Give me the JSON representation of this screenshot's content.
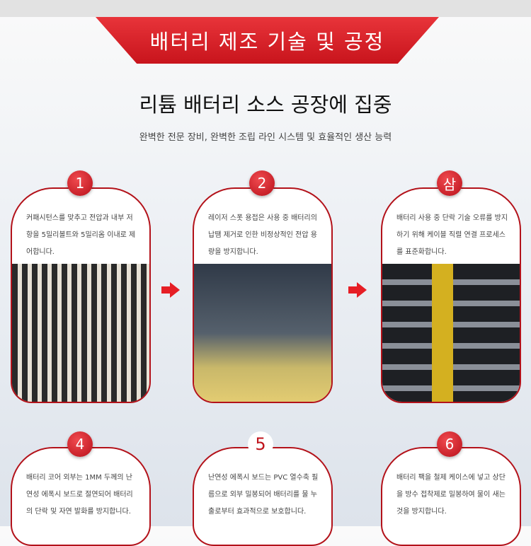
{
  "header": {
    "banner": "배터리 제조 기술 및 공정",
    "title": "리튬 배터리 소스 공장에 집중",
    "subtitle": "완벽한 전문 장비, 완벽한 조립 라인 시스템 및 효율적인 생산 능력"
  },
  "steps": [
    {
      "badge": "1",
      "text": "커패시턴스를 맞추고 전압과 내부 저항을 5밀리볼트와 5밀리옴 이내로 제어합니다."
    },
    {
      "badge": "2",
      "text": "레이저 스폿 용접은 사용 중 배터리의 납땜 제거로 인한 비정상적인 전압 용량을 방지합니다."
    },
    {
      "badge": "삼",
      "text": "배터리 사용 중 단락 기술 오류를 방지하기 위해 케이블 직렬 연결 프로세스를 표준화합니다."
    },
    {
      "badge": "4",
      "text": "배터리 코어 외부는 1MM 두께의 난연성 에폭시 보드로 절연되어 배터리의 단락 및 자연 발화를 방지합니다."
    },
    {
      "badge": "5",
      "text": "난연성 에폭시 보드는 PVC 열수축 필름으로 외부 밀봉되어 배터리를 물 누출로부터 효과적으로 보호합니다."
    },
    {
      "badge": "6",
      "text": "배터리 팩을 철제 케이스에 넣고 상단을 방수 접착제로 밀봉하여 물이 새는 것을 방지합니다."
    }
  ]
}
